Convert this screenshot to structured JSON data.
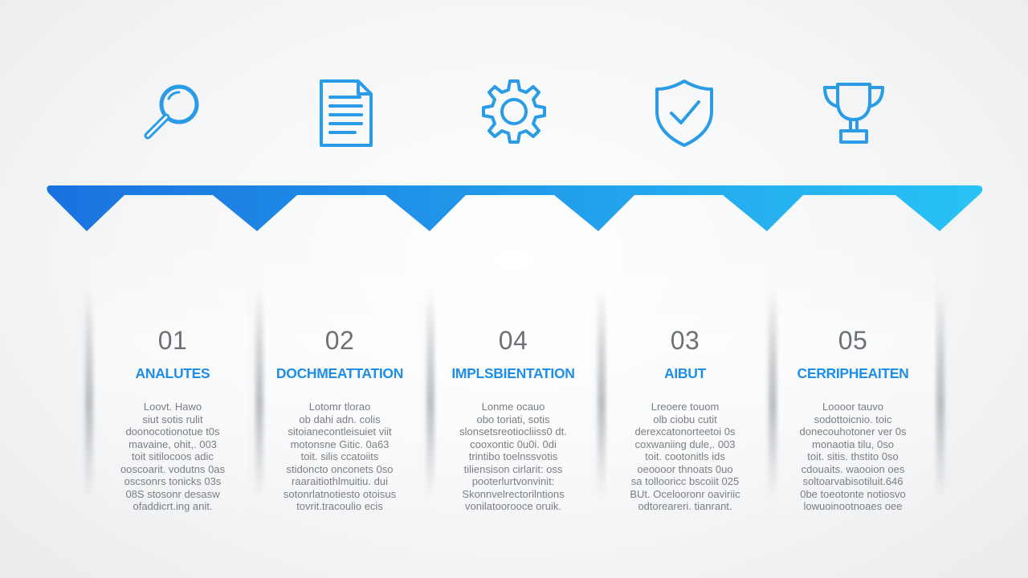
{
  "colors": {
    "accent_start": "#1a72df",
    "accent_end": "#28c3f5",
    "icon_stroke": "#2a9be6",
    "number_text": "#6d7176",
    "title_text": "#1e8ee8",
    "body_text": "#7a7e83"
  },
  "icons": [
    {
      "name": "magnifying-glass-icon"
    },
    {
      "name": "document-icon"
    },
    {
      "name": "gear-icon"
    },
    {
      "name": "shield-check-icon"
    },
    {
      "name": "trophy-icon"
    }
  ],
  "steps": [
    {
      "number": "01",
      "title": "ANALUTES",
      "body_lines": [
        "Loovt. Hawo",
        "siut sotis rulit",
        "doonocotionotue t0s",
        "mavaine, ohit,. 003",
        "toit sitilocoos adic",
        "ooscoarit. vodutns 0as",
        "oscsonrs tonicks 03s",
        "08S stosonr desasw",
        "ofaddicrt.ing anit."
      ]
    },
    {
      "number": "02",
      "title": "DOCHMEATTATION",
      "body_lines": [
        "Lotomr tlorao",
        "ob dahi adn. colis",
        "sitoianecontleisuiet viit",
        "motonsne Gitic. 0a63",
        "toit. silis ccatoiits",
        "stidoncto onconets 0so",
        "raaraitiothlmuitiu. dui",
        "sotonrlatnotiesto otoisus",
        "tovrit.tracoulio ecis"
      ]
    },
    {
      "number": "04",
      "title": "IMPLSBIENTATION",
      "body_lines": [
        "Lonme ocauo",
        "obo toriati, sotis",
        "slonsetsreotiocliiss0 dt.",
        "cooxontic 0u0i. 0di",
        "trintibo toelnssvotis",
        "tiliensison cirlarit: oss",
        "pooterlurtvonvinit:",
        "Skonnvelrectorilntions",
        "vonilatoorooce oruik."
      ]
    },
    {
      "number": "03",
      "title": "AIBUT",
      "body_lines": [
        "Lreoere touom",
        "olb ciobu cutit",
        "derexcatonorteetoi 0s",
        "coxwaniing dule,. 003",
        "toit. cootonitls ids",
        "oeoooor thnoats 0uo",
        "sa tollooricc bscoiit 025",
        "BUt. Ocelooronr oaviriic",
        "odtoreareri. tianrant."
      ]
    },
    {
      "number": "05",
      "title": "CERRIPHEAITEN",
      "body_lines": [
        "Loooor tauvo",
        "sodottoicnio. toic",
        "donecouhotoner ver 0s",
        "monaotia tilu, 0so",
        "toit. sitis. thstito 0so",
        "cdouaits. waooion oes",
        "soltoarvabisotiluit.646",
        "0be toeotonte notiosvo",
        "lowuoinootnoaes oee"
      ]
    }
  ]
}
